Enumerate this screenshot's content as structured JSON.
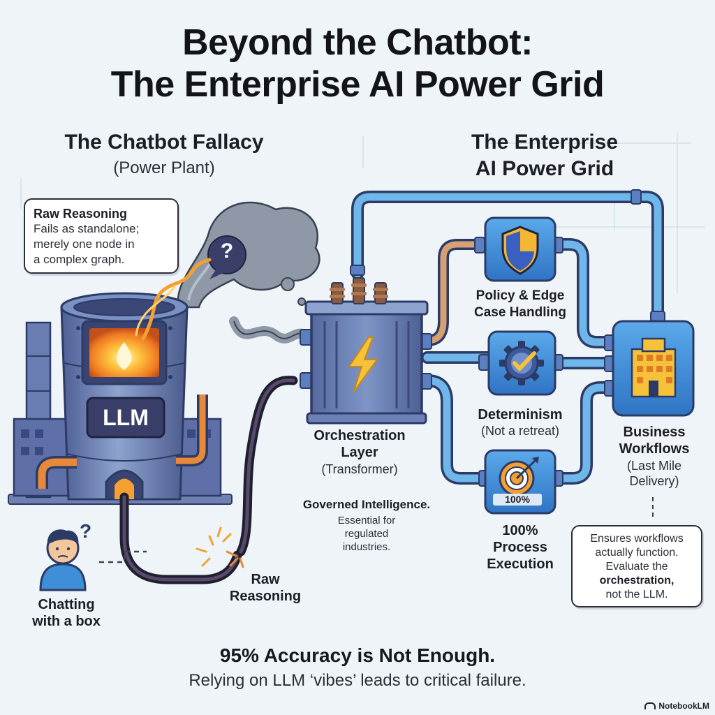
{
  "title": {
    "line1": "Beyond the Chatbot:",
    "line2": "The Enterprise AI Power Grid"
  },
  "left": {
    "heading": "The Chatbot Fallacy",
    "subheading": "(Power Plant)",
    "bubble": {
      "title": "Raw Reasoning",
      "body_line1": "Fails as standalone;",
      "body_line2": "merely one node in",
      "body_line3": "a complex graph."
    },
    "plant_label": "LLM",
    "smoke_symbol": "?",
    "person_symbol": "?",
    "person_caption_line1": "Chatting",
    "person_caption_line2": "with a box",
    "cable_caption_line1": "Raw",
    "cable_caption_line2": "Reasoning"
  },
  "right": {
    "heading_line1": "The Enterprise",
    "heading_line2": "AI Power Grid",
    "transformer": {
      "title_line1": "Orchestration",
      "title_line2": "Layer",
      "subtitle": "(Transformer)"
    },
    "governed": {
      "title": "Governed Intelligence.",
      "line1": "Essential for",
      "line2": "regulated",
      "line3": "industries."
    },
    "nodes": [
      {
        "icon": "shield-icon",
        "line1": "Policy & Edge",
        "line2": "Case Handling"
      },
      {
        "icon": "gear-check-icon",
        "line1": "Determinism",
        "line2": "(Not a retreat)"
      },
      {
        "icon": "target-icon",
        "badge": "100%",
        "line1": "100%",
        "line2": "Process",
        "line3": "Execution"
      }
    ],
    "business": {
      "icon": "building-icon",
      "title_line1": "Business",
      "title_line2": "Workflows",
      "sub_line1": "(Last Mile",
      "sub_line2": "Delivery)"
    },
    "bubble": {
      "line1": "Ensures workflows",
      "line2": "actually function.",
      "line3": "Evaluate the",
      "line4_bold": "orchestration,",
      "line5": "not the LLM."
    }
  },
  "footer": {
    "headline": "95% Accuracy is Not Enough.",
    "body": "Relying on LLM ‘vibes’ leads to critical failure."
  },
  "brand": "NotebookLM",
  "colors": {
    "background": "#eef4f8",
    "pipe_blue": "#5aa6e0",
    "pipe_outline": "#2c3b66",
    "node_fill": "#3f8fd8",
    "plant_steel": "#6e85b8",
    "fire_orange": "#f5a030",
    "copper_pipe": "#e8893a",
    "bolt_yellow": "#f6c23a",
    "smoke_gray": "#8e98a6"
  }
}
